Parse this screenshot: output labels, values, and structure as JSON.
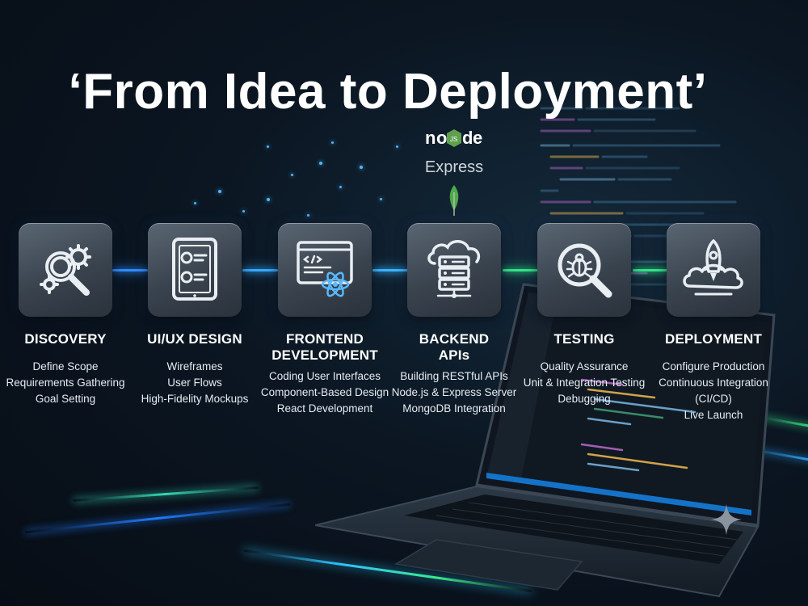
{
  "title": "‘From Idea to Deployment’",
  "tech": {
    "node_logo_text": "node",
    "node_js_badge": "JS",
    "express_label": "Express"
  },
  "colors": {
    "accent_blue": "#2f9bff",
    "accent_cyan": "#31d1c9",
    "accent_green": "#33e38a",
    "tile_bg": "#3d4651"
  },
  "stages": [
    {
      "title": "DISCOVERY",
      "icon": "magnifier-gears-icon",
      "items": [
        "Define Scope",
        "Requirements Gathering",
        "Goal Setting"
      ]
    },
    {
      "title": "UI/UX DESIGN",
      "icon": "tablet-wireframe-icon",
      "items": [
        "Wireframes",
        "User Flows",
        "High-Fidelity Mockups"
      ]
    },
    {
      "title": "FRONTEND DEVELOPMENT",
      "title_line1": "FRONTEND",
      "title_line2": "DEVELOPMENT",
      "icon": "code-window-react-icon",
      "items": [
        "Coding User Interfaces",
        "Component-Based Design",
        "React Development"
      ]
    },
    {
      "title": "BACKEND APIs",
      "title_line1": "BACKEND",
      "title_line2": "APIs",
      "icon": "server-cloud-icon",
      "items": [
        "Building RESTful APIs",
        "Node.js & Express Server",
        "MongoDB Integration"
      ]
    },
    {
      "title": "TESTING",
      "icon": "bug-magnifier-icon",
      "items": [
        "Quality Assurance",
        "Unit & Integration Testing",
        "Debugging"
      ]
    },
    {
      "title": "DEPLOYMENT",
      "icon": "rocket-cloud-icon",
      "items": [
        "Configure Production",
        "Continuous Integration",
        "(CI/CD)",
        "Live Launch"
      ]
    }
  ]
}
